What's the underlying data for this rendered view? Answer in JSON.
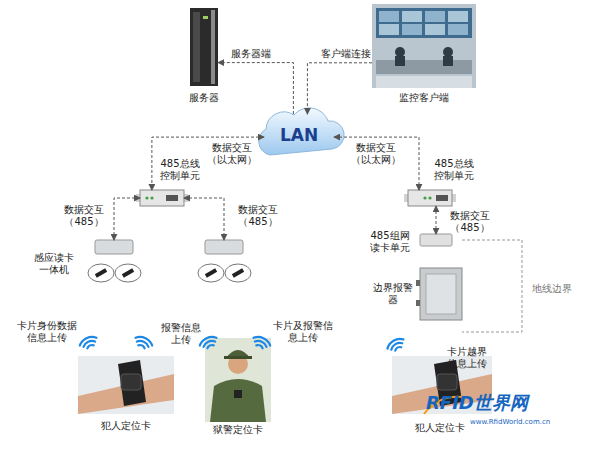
{
  "diagram": {
    "nodes": [
      {
        "text": [
          "服务器"
        ]
      },
      {
        "text": [
          "监控客户端"
        ]
      },
      {
        "text": [
          "LAN"
        ]
      },
      {
        "text": [
          "485总线控制单元"
        ]
      },
      {
        "text": [
          "485总线控制单元"
        ]
      },
      {
        "text": [
          "感应读卡一体机"
        ]
      },
      {
        "text": [
          "485组网读卡单元"
        ]
      },
      {
        "text": [
          "边界报警器"
        ]
      },
      {
        "text": [
          "犯人定位卡"
        ]
      },
      {
        "text": [
          "狱警定位卡"
        ]
      },
      {
        "text": [
          "犯人定位卡"
        ]
      }
    ],
    "edges": [
      {
        "from": 2,
        "to": 0,
        "arrow": "to",
        "label": "服务器端"
      },
      {
        "from": 1,
        "to": 2,
        "arrow": "to",
        "label": "客户端连接"
      },
      {
        "from": 2,
        "to": 3,
        "arrow": "both",
        "label": "数据交互（以太网）"
      },
      {
        "from": 2,
        "to": 4,
        "arrow": "both",
        "label": "数据交互（以太网）"
      },
      {
        "from": 3,
        "to": 5,
        "arrow": "both",
        "label": "数据交互（485）"
      },
      {
        "from": 4,
        "to": 6,
        "arrow": "both",
        "label": "数据交互（485）"
      }
    ],
    "labels": [
      "数据交互（485）",
      "卡片身份数据信息上传",
      "报警信息上传",
      "卡片及报警信息上传",
      "卡片越界信息上传",
      "地线边界",
      "RFID世界网",
      "www.RfidWorld.com.cn"
    ]
  }
}
